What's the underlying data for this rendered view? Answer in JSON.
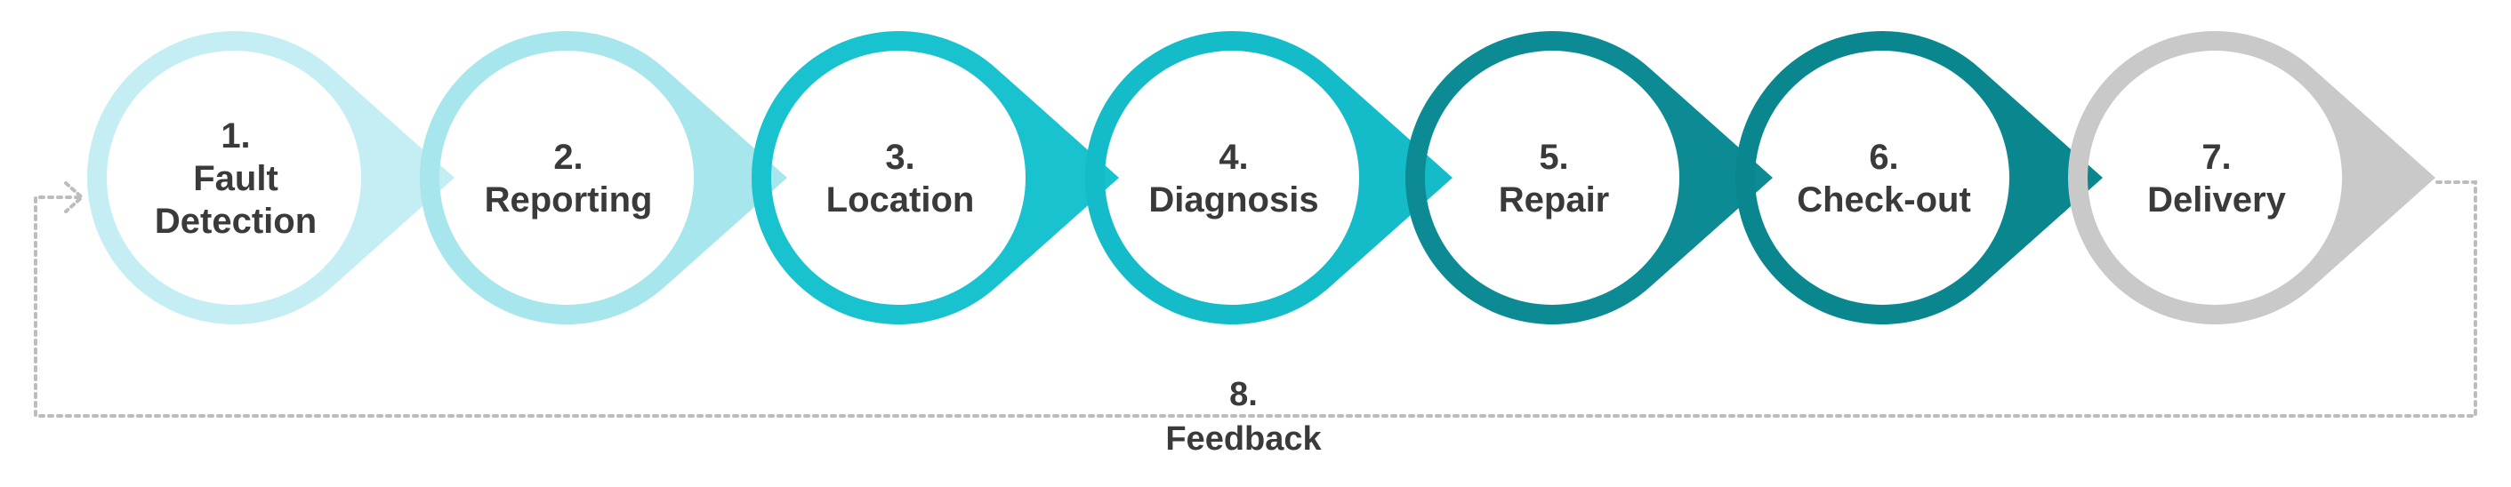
{
  "steps": [
    {
      "number": "1.",
      "label": [
        "Fault",
        "Detection"
      ],
      "color": "#c4eef3"
    },
    {
      "number": "2.",
      "label": [
        "Reporting"
      ],
      "color": "#a6e6ec"
    },
    {
      "number": "3.",
      "label": [
        "Location"
      ],
      "color": "#18c2cf"
    },
    {
      "number": "4.",
      "label": [
        "Diagnosis"
      ],
      "color": "#14bcc9"
    },
    {
      "number": "5.",
      "label": [
        "Repair"
      ],
      "color": "#0d8b95"
    },
    {
      "number": "6.",
      "label": [
        "Check-out"
      ],
      "color": "#0a868f"
    },
    {
      "number": "7.",
      "label": [
        "Delivery"
      ],
      "color": "#c9c9c9"
    }
  ],
  "feedback": {
    "number": "8.",
    "label": "Feedback",
    "line_color": "#bdbdbd"
  }
}
